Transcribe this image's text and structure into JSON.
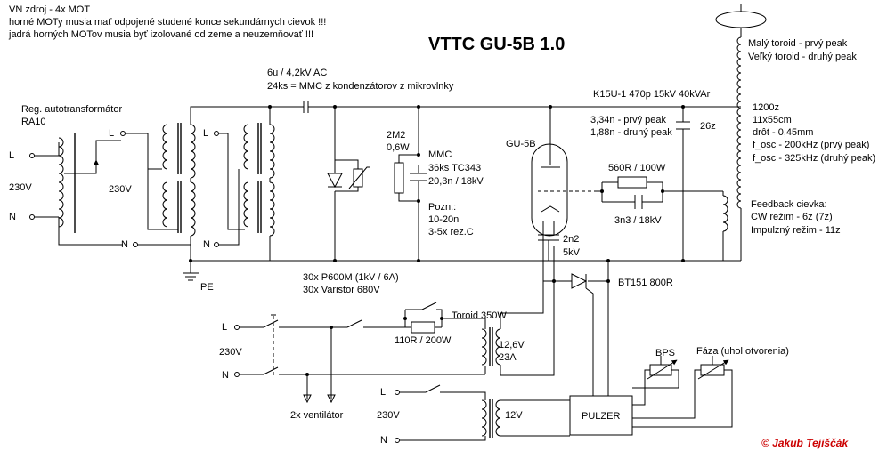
{
  "title": "VTTC  GU-5B  1.0",
  "notes": {
    "line1": "VN zdroj - 4x MOT",
    "line2": "horné MOTy musia mať odpojené studené konce sekundárnych cievok !!!",
    "line3": "jadrá horných MOTov musia byť izolované od zeme a neuzemňovať !!!"
  },
  "autotransformer": {
    "line1": "Reg. autotransformátor",
    "line2": "RA10"
  },
  "mains": {
    "l": "L",
    "n": "N",
    "v": "230V"
  },
  "pe": "PE",
  "tank_cap": {
    "line1": "6u / 4,2kV AC",
    "line2": "24ks = MMC z kondenzátorov z mikrovlnky"
  },
  "grid_resistor": {
    "line1": "2M2",
    "line2": "0,6W"
  },
  "mmc": {
    "line1": "MMC",
    "line2": "36ks TC343",
    "line3": "20,3n / 18kV"
  },
  "pozn": {
    "line1": "Pozn.:",
    "line2": "10-20n",
    "line3": "3-5x rez.C"
  },
  "protection": {
    "line1": "30x P600M (1kV / 6A)",
    "line2": "30x Varistor 680V"
  },
  "tube": "GU-5B",
  "k15u": "K15U-1 470p 15kV 40kVAr",
  "tuning": {
    "line1": "3,34n - prvý peak",
    "line2": "1,88n - druhý peak",
    "turns": "26z"
  },
  "grid_rc": {
    "r": "560R / 100W",
    "c": "3n3 / 18kV"
  },
  "heater_cap": {
    "line1": "2n2",
    "line2": "5kV"
  },
  "thyristor": "BT151 800R",
  "toroid_label": "Toroid 350W",
  "soft_start": "110R / 200W",
  "heater_tr": {
    "line1": "12,6V",
    "line2": "23A"
  },
  "fans": "2x ventilátor",
  "pulzer": {
    "label": "PULZER",
    "supply": "12V"
  },
  "bps": "BPS",
  "faza": "Fáza (uhol otvorenia)",
  "topload": {
    "line1": "Malý toroid - prvý peak",
    "line2": "Veľký toroid - druhý peak"
  },
  "secondary": {
    "turns": "1200z",
    "size": "11x55cm",
    "wire": "drôt - 0,45mm",
    "f1": "f_osc - 200kHz (prvý peak)",
    "f2": "f_osc - 325kHz  (druhý peak)"
  },
  "feedback": {
    "line1": "Feedback cievka:",
    "line2": "CW režim - 6z (7z)",
    "line3": "Impulzný režim - 11z"
  },
  "copyright": "© Jakub Tejiščák",
  "colors": {
    "ink": "#000000",
    "copyright": "#cc0000",
    "background": "#ffffff"
  }
}
